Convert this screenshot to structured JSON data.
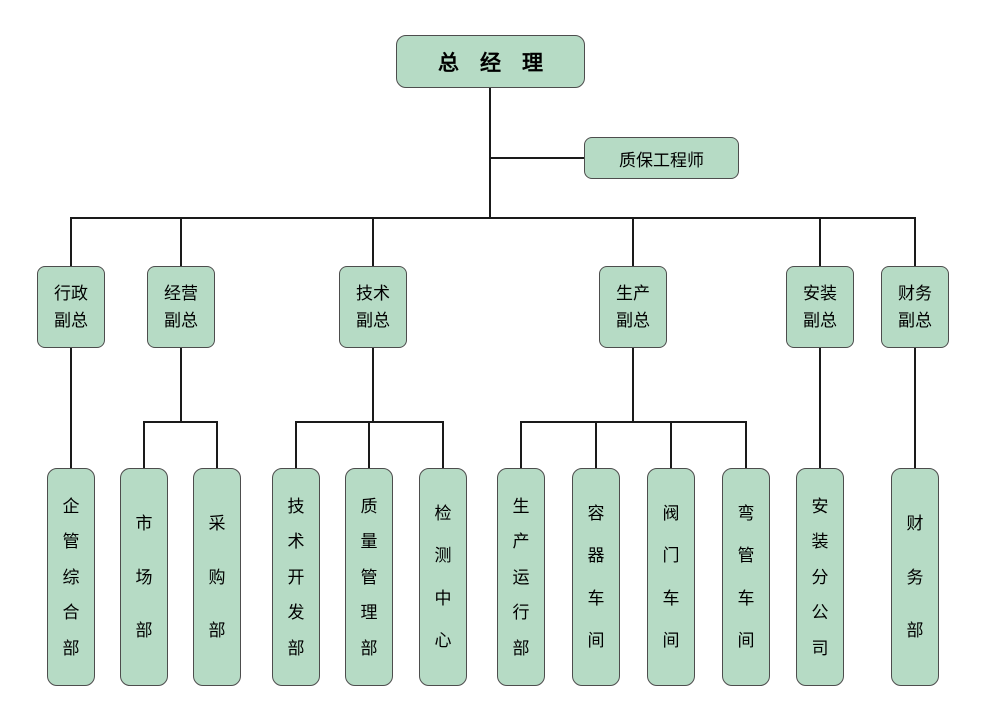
{
  "org_chart": {
    "root": {
      "label": "总　经　理"
    },
    "staff": {
      "label": "质保工程师"
    },
    "branches": [
      {
        "label": "行政\n副总",
        "children": [
          {
            "label": "企管综合部"
          }
        ]
      },
      {
        "label": "经营\n副总",
        "children": [
          {
            "label": "市场部"
          },
          {
            "label": "采购部"
          }
        ]
      },
      {
        "label": "技术\n副总",
        "children": [
          {
            "label": "技术开发部"
          },
          {
            "label": "质量管理部"
          },
          {
            "label": "检测中心"
          }
        ]
      },
      {
        "label": "生产\n副总",
        "children": [
          {
            "label": "生产运行部"
          },
          {
            "label": "容器车间"
          },
          {
            "label": "阀门车间"
          },
          {
            "label": "弯管车间"
          }
        ]
      },
      {
        "label": "安装\n副总",
        "children": [
          {
            "label": "安装分公司"
          }
        ]
      },
      {
        "label": "财务\n副总",
        "children": [
          {
            "label": "财务部"
          }
        ]
      }
    ],
    "colors": {
      "box_fill": "#b6dbc5",
      "box_border": "#4d4d4d",
      "line": "#1a1a1a"
    }
  }
}
